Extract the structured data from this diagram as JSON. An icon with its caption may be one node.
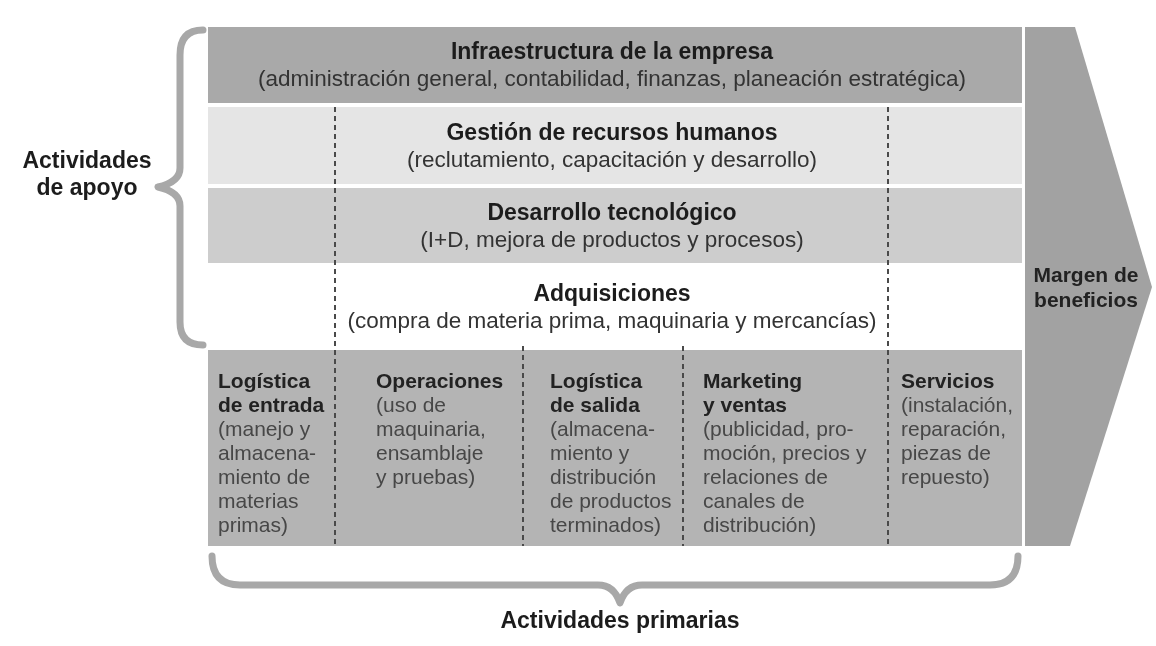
{
  "diagram": {
    "nodes": [
      {
        "text": [
          "Infraestructura de la empresa",
          "(administración general, contabilidad, finanzas, planeación estratégica)"
        ]
      },
      {
        "text": [
          "Gestión de recursos humanos",
          "(reclutamiento, capacitación y desarrollo)"
        ]
      },
      {
        "text": [
          "Desarrollo tecnológico",
          "(I+D, mejora de productos y procesos)"
        ]
      },
      {
        "text": [
          "Adquisiciones",
          "(compra de materia prima, maquinaria y mercancías)"
        ]
      },
      {
        "text": [
          "Logística de entrada",
          "(manejo y almacena- miento de materias primas)"
        ]
      },
      {
        "text": [
          "Operaciones",
          "(uso de maquinaria, ensamblaje y pruebas)"
        ]
      },
      {
        "text": [
          "Logística de salida",
          "(almacena- miento y distribución de productos terminados)"
        ]
      },
      {
        "text": [
          "Marketing y ventas",
          "(publicidad, pro- moción, precios y relaciones de canales de distribución)"
        ]
      },
      {
        "text": [
          "Servicios",
          "(instalación, reparación, piezas de repuesto)"
        ]
      },
      {
        "text": [
          "Margen de beneficios"
        ]
      }
    ],
    "labels": [
      "Actividades de apoyo",
      "Actividades primarias"
    ]
  }
}
